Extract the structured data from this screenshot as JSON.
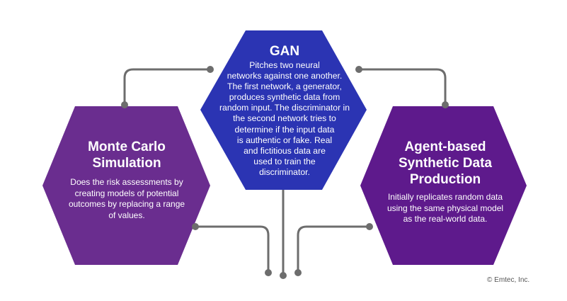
{
  "gan": {
    "title": "GAN",
    "lines": [
      "Pitches two neural",
      "networks against one another.",
      "The first network, a generator,",
      "produces synthetic data from",
      "random input. The discriminator in",
      "the second network tries to",
      "determine if the input data",
      "is authentic or fake. Real",
      "and fictitious data are",
      "used to train the",
      "discriminator."
    ]
  },
  "monte_carlo": {
    "title_lines": [
      "Monte Carlo",
      "Simulation"
    ],
    "lines": [
      "Does the risk assessments by",
      "creating models of potential",
      "outcomes by replacing a range",
      "of values."
    ]
  },
  "agent_based": {
    "title_lines": [
      "Agent-based",
      "Synthetic Data",
      "Production"
    ],
    "lines": [
      "Initially replicates random data",
      "using the same physical model",
      "as the real-world data."
    ]
  },
  "copyright": "© Emtec, Inc.",
  "colors": {
    "gan": "#2b34b3",
    "monte_carlo": "#6a2d8f",
    "agent_based": "#5e1a8c",
    "connector": "#6d6d6d"
  }
}
